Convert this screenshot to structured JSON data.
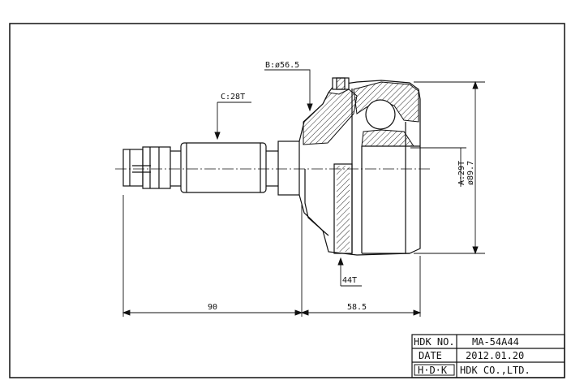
{
  "labels": {
    "b_dim": "B:ø56.5",
    "c_dim": "C:28T",
    "a_dim": "A:29T",
    "outer_dia": "ø89.7",
    "abs_teeth": "44T",
    "length_shaft": "90",
    "length_body": "58.5"
  },
  "title_block": {
    "part_no_label": "HDK NO.",
    "part_no_value": "MA-54A44",
    "date_label": "DATE",
    "date_value": "2012.01.20",
    "brand_logo": "H·D·K",
    "company": "HDK CO.,LTD."
  },
  "colors": {
    "line": "#111111",
    "paper": "#ffffff"
  }
}
